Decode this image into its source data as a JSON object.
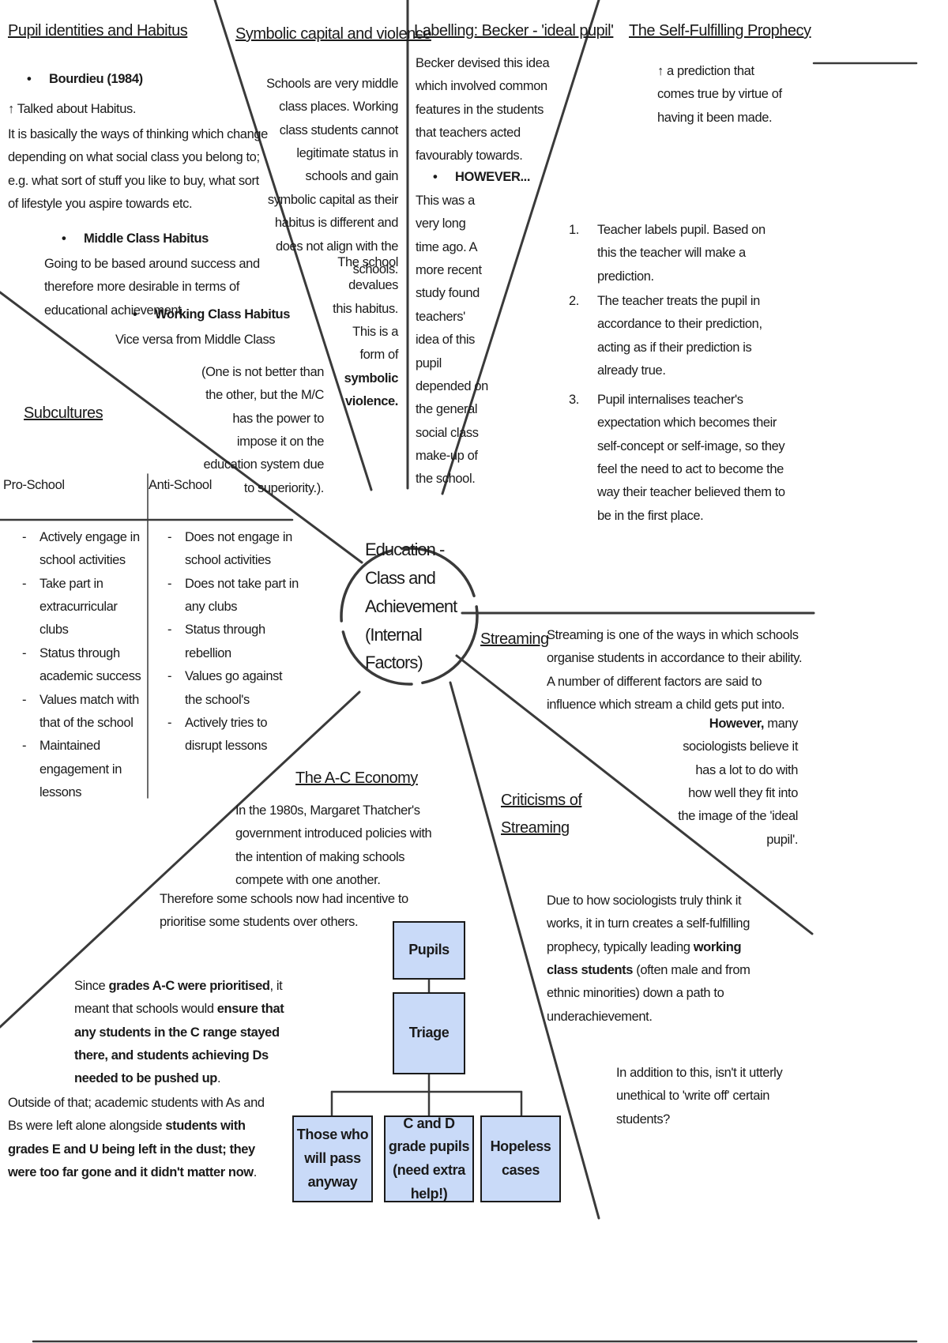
{
  "center": {
    "title": "Education - Class and Achievement (Internal Factors)"
  },
  "habitus": {
    "heading": "Pupil identities and Habitus",
    "bourdieu": "Bourdieu (1984)",
    "talked": "↑ Talked about Habitus.",
    "definition": "It is basically the ways of thinking which change depending on what social class you belong to; e.g. what sort of stuff you like to buy, what sort of lifestyle you aspire towards etc.",
    "mc_label": "Middle Class Habitus",
    "mc_text": "Going to be based around success and therefore more desirable in terms of educational achievement.",
    "wc_label": "Working Class Habitus",
    "wc_text": "Vice versa from Middle Class",
    "note": "(One is not better than the other, but the M/C has the power to impose it on the education system due to superiority.)."
  },
  "symbolic": {
    "heading": "Symbolic capital and violence",
    "text": "Schools are very middle class places. Working class students cannot legitimate status in schools and gain symbolic capital as their habitus is different and does not align with the schools.",
    "devalues": "The school devalues this habitus. This is a form of",
    "devalues_bold": "symbolic violence."
  },
  "labelling": {
    "heading": "Labelling: Becker - 'ideal pupil'",
    "text": "Becker devised this idea which involved common features in the students that teachers acted favourably towards.",
    "however": "HOWEVER...",
    "text2": "This was a very long time ago. A more recent study found teachers' idea of this pupil depended on the general social class make-up of the school."
  },
  "sfp": {
    "heading": "The Self-Fulfilling Prophecy",
    "definition": "↑ a prediction that comes true by virtue of having it been made.",
    "steps": [
      {
        "num": "1.",
        "text": "Teacher labels pupil. Based on this the teacher will make a prediction."
      },
      {
        "num": "2.",
        "text": "The teacher treats the pupil in accordance to their prediction, acting as if their prediction is already true."
      },
      {
        "num": "3.",
        "text": "Pupil internalises teacher's expectation which becomes their self-concept or self-image, so they feel the need to act to become the way their teacher believed them to be in the first place."
      }
    ]
  },
  "subcultures": {
    "heading": "Subcultures",
    "pro_label": "Pro-School",
    "anti_label": "Anti-School",
    "pro": [
      "Actively engage in school activities",
      "Take part in extracurricular clubs",
      "Status through academic success",
      "Values match with that of the school",
      "Maintained engagement in lessons"
    ],
    "anti": [
      "Does not engage in school activities",
      "Does not take part in any clubs",
      "Status through rebellion",
      "Values go against the school's",
      "Actively tries to disrupt lessons"
    ]
  },
  "streaming": {
    "heading": "Streaming",
    "text": "Streaming is one of the ways in which schools organise students in accordance to their ability. A number of different factors are said to influence which stream a child gets put into.",
    "however_bold": "However,",
    "however_rest": "many sociologists believe it has a lot to do with how well they fit into the image of the 'ideal pupil'."
  },
  "criticisms": {
    "heading": "Criticisms of Streaming",
    "text_pre": "Due to how sociologists truly think it works, it in turn creates a self-fulfilling prophecy, typically leading",
    "text_bold": "working class students",
    "text_post": "(often male and from ethnic minorities) down a path to underachievement.",
    "ethics": "In addition to this, isn't it utterly unethical to 'write off' certain students?"
  },
  "ac": {
    "heading": "The A-C Economy",
    "text": "In the 1980s, Margaret Thatcher's government introduced policies with the intention of making schools compete with one another.",
    "text2": "Therefore some schools now had incentive to prioritise some students over others.",
    "since_pre": "Since",
    "since_b1": "grades A-C were prioritised",
    "since_mid": ", it meant that schools would",
    "since_b2": "ensure that any students in the C range stayed there, and students achieving Ds needed to be pushed up",
    "since_end": ".",
    "outside_pre": "Outside of that; academic students with As and Bs were left alone alongside",
    "outside_bold": "students with grades E and U being left in the dust; they were too far gone and it didn't matter now",
    "outside_end": "."
  },
  "tree": {
    "root": "Pupils",
    "mid": "Triage",
    "leaves": [
      "Those who will pass anyway",
      "C and D grade pupils (need extra help!)",
      "Hopeless cases"
    ],
    "fill": "#c9daf8"
  }
}
